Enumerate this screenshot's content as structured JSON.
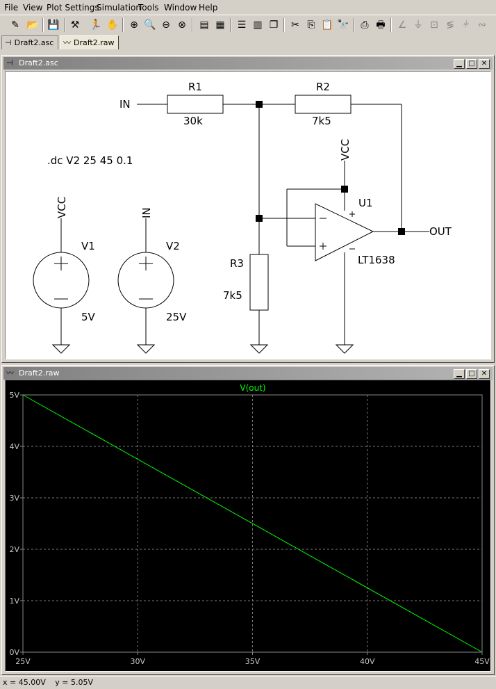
{
  "menu": {
    "file": "File",
    "view": "View",
    "plot_settings": "Plot Settings",
    "simulation": "Simulation",
    "tools": "Tools",
    "window": "Window",
    "help": "Help"
  },
  "tabs": [
    {
      "label": "Draft2.asc",
      "icon": "schematic-icon"
    },
    {
      "label": "Draft2.raw",
      "icon": "waveform-icon"
    }
  ],
  "schematic_window": {
    "title": "Draft2.asc",
    "directive": ".dc V2 25 45 0.1",
    "net_in": "IN",
    "net_out": "OUT",
    "net_vcc_opamp": "VCC",
    "net_vcc_v1": "VCC",
    "net_in_v2": "IN",
    "r1": {
      "name": "R1",
      "value": "30k"
    },
    "r2": {
      "name": "R2",
      "value": "7k5"
    },
    "r3": {
      "name": "R3",
      "value": "7k5"
    },
    "v1": {
      "name": "V1",
      "value": "5V"
    },
    "v2": {
      "name": "V2",
      "value": "25V"
    },
    "u1": {
      "name": "U1",
      "value": "LT1638"
    }
  },
  "plot_window": {
    "title": "Draft2.raw",
    "trace_label": "V(out)",
    "trace_color": "#00ff00"
  },
  "chart_data": {
    "type": "line",
    "series": [
      {
        "name": "V(out)",
        "x": [
          25,
          45
        ],
        "y": [
          5,
          0
        ]
      }
    ],
    "xlim": [
      25,
      45
    ],
    "ylim": [
      0,
      5
    ],
    "xticks": [
      "25V",
      "30V",
      "35V",
      "40V",
      "45V"
    ],
    "yticks": [
      "0V",
      "1V",
      "2V",
      "3V",
      "4V",
      "5V"
    ],
    "grid": true
  },
  "status": {
    "x": "x = 45.00V",
    "y": "y = 5.05V"
  }
}
